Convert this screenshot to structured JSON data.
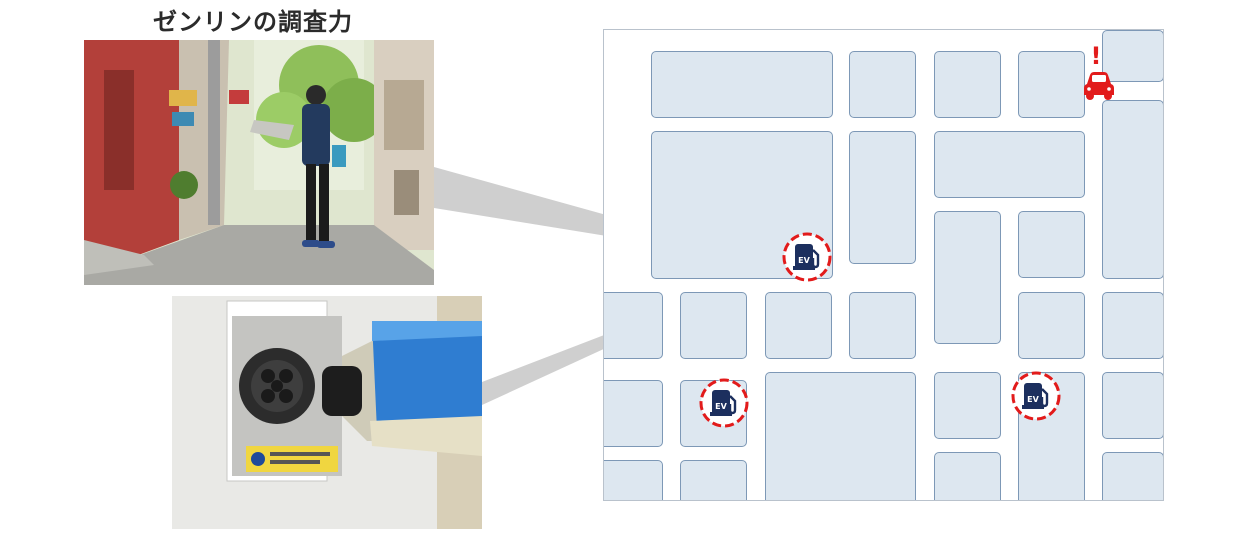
{
  "header": {
    "title": "ゼンリンの調査力"
  },
  "photos": {
    "field_survey": {
      "icon": "surveyor-street-photo"
    },
    "charger_plug": {
      "icon": "ev-charging-plug-photo"
    }
  },
  "map": {
    "ev_stations": [
      {
        "name": "ev-station-1",
        "label": "EV"
      },
      {
        "name": "ev-station-2",
        "label": "EV"
      },
      {
        "name": "ev-station-3",
        "label": "EV"
      }
    ],
    "alert": {
      "icon": "car-alert-icon",
      "mark": "!"
    }
  },
  "colors": {
    "block_fill": "#dde7f0",
    "block_border": "#7d98b6",
    "ev_icon": "#1c2f5e",
    "marker_ring": "#e21b1b",
    "connector": "#cfcfcf"
  }
}
